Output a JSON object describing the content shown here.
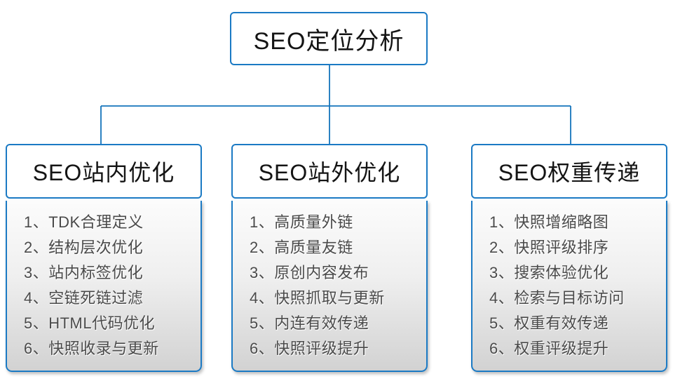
{
  "diagram": {
    "root": {
      "label": "SEO定位分析"
    },
    "columns": [
      {
        "title": "SEO站内优化",
        "items": [
          "1、TDK合理定义",
          "2、结构层次优化",
          "3、站内标签优化",
          "4、空链死链过滤",
          "5、HTML代码优化",
          "6、快照收录与更新"
        ]
      },
      {
        "title": "SEO站外优化",
        "items": [
          "1、高质量外链",
          "2、高质量友链",
          "3、原创内容发布",
          "4、快照抓取与更新",
          "5、内连有效传递",
          "6、快照评级提升"
        ]
      },
      {
        "title": "SEO权重传递",
        "items": [
          "1、快照增缩略图",
          "2、快照评级排序",
          "3、搜索体验优化",
          "4、检索与目标访问",
          "5、权重有效传递",
          "6、权重评级提升"
        ]
      }
    ],
    "colors": {
      "box_border_blue": "#1b7ac4",
      "connector_blue": "#1474bc",
      "body_gradient_top": "#fcfcfc",
      "body_gradient_bottom": "#d2d2d2",
      "item_text": "#4a4a4a",
      "title_text": "#141414"
    }
  }
}
